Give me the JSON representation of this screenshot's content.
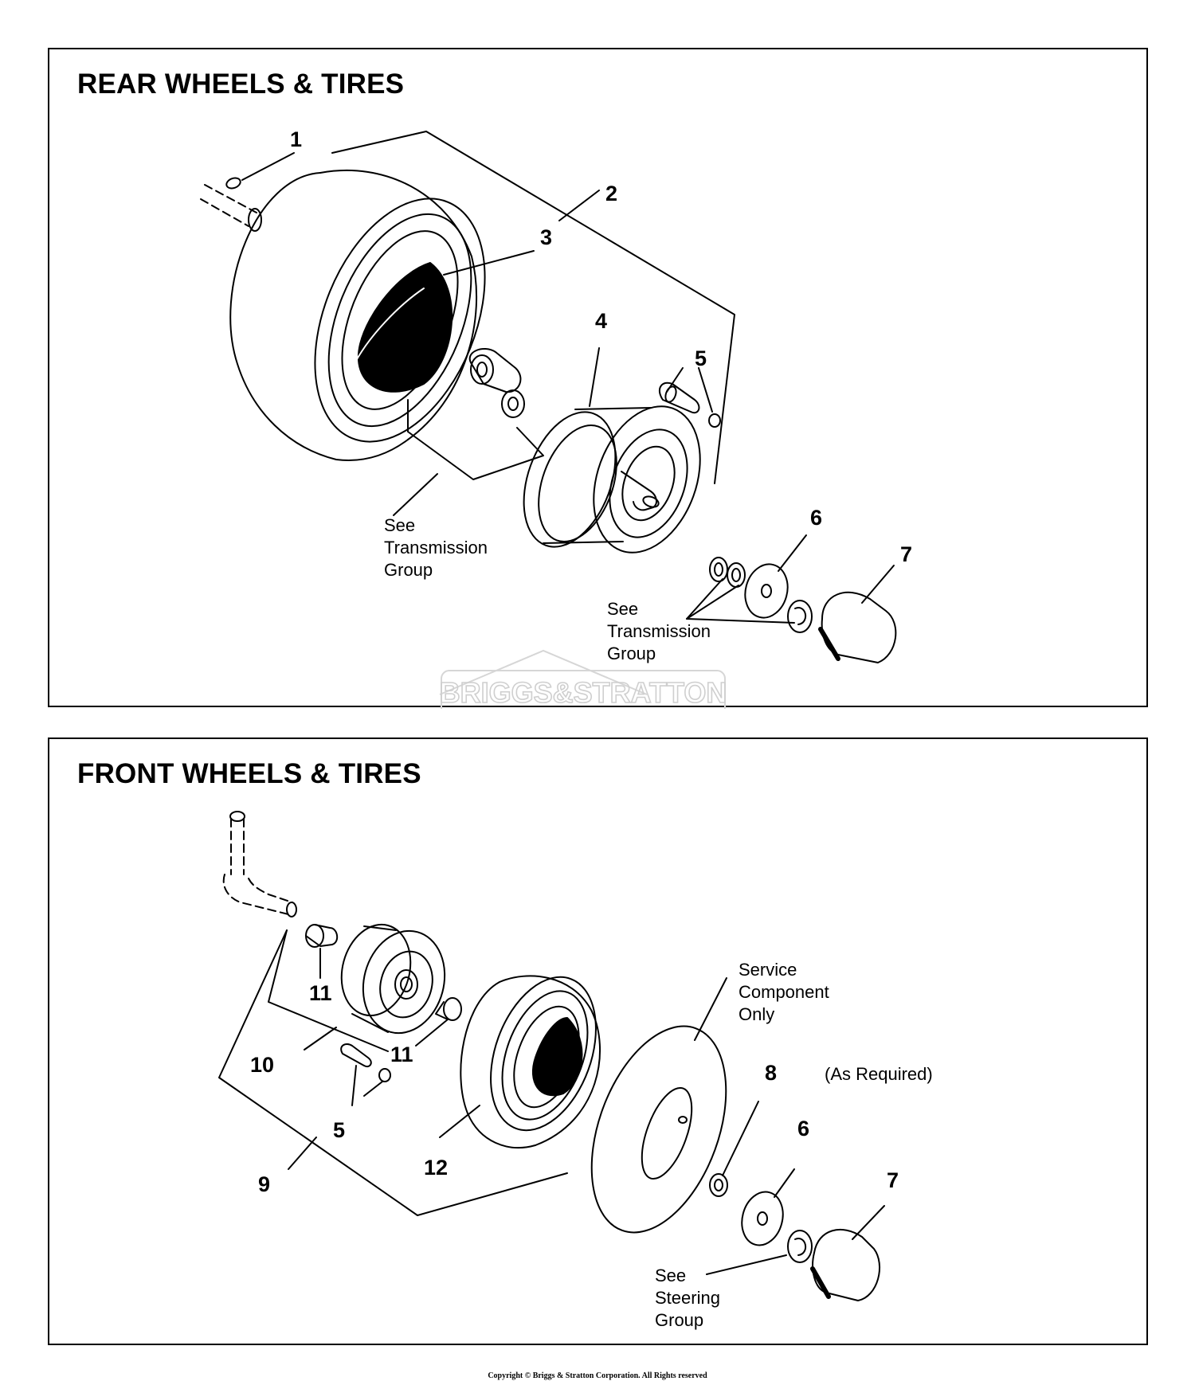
{
  "rear": {
    "title": "REAR WHEELS & TIRES",
    "callouts": {
      "c1": "1",
      "c2": "2",
      "c3": "3",
      "c4": "4",
      "c5": "5",
      "c6": "6",
      "c7": "7"
    },
    "note_a": [
      "See",
      "Transmission",
      "Group"
    ],
    "note_b": [
      "See",
      "Transmission",
      "Group"
    ]
  },
  "front": {
    "title": "FRONT WHEELS & TIRES",
    "callouts": {
      "c5": "5",
      "c6": "6",
      "c7": "7",
      "c8": "8",
      "c9": "9",
      "c10": "10",
      "c11a": "11",
      "c11b": "11",
      "c12": "12"
    },
    "as_required": "(As Required)",
    "service_note": [
      "Service",
      "Component",
      "Only"
    ],
    "steering_note": [
      "See",
      "Steering",
      "Group"
    ]
  },
  "watermark": "BRIGGS&STRATTON",
  "copyright": "Copyright © Briggs & Stratton Corporation. All Rights reserved"
}
